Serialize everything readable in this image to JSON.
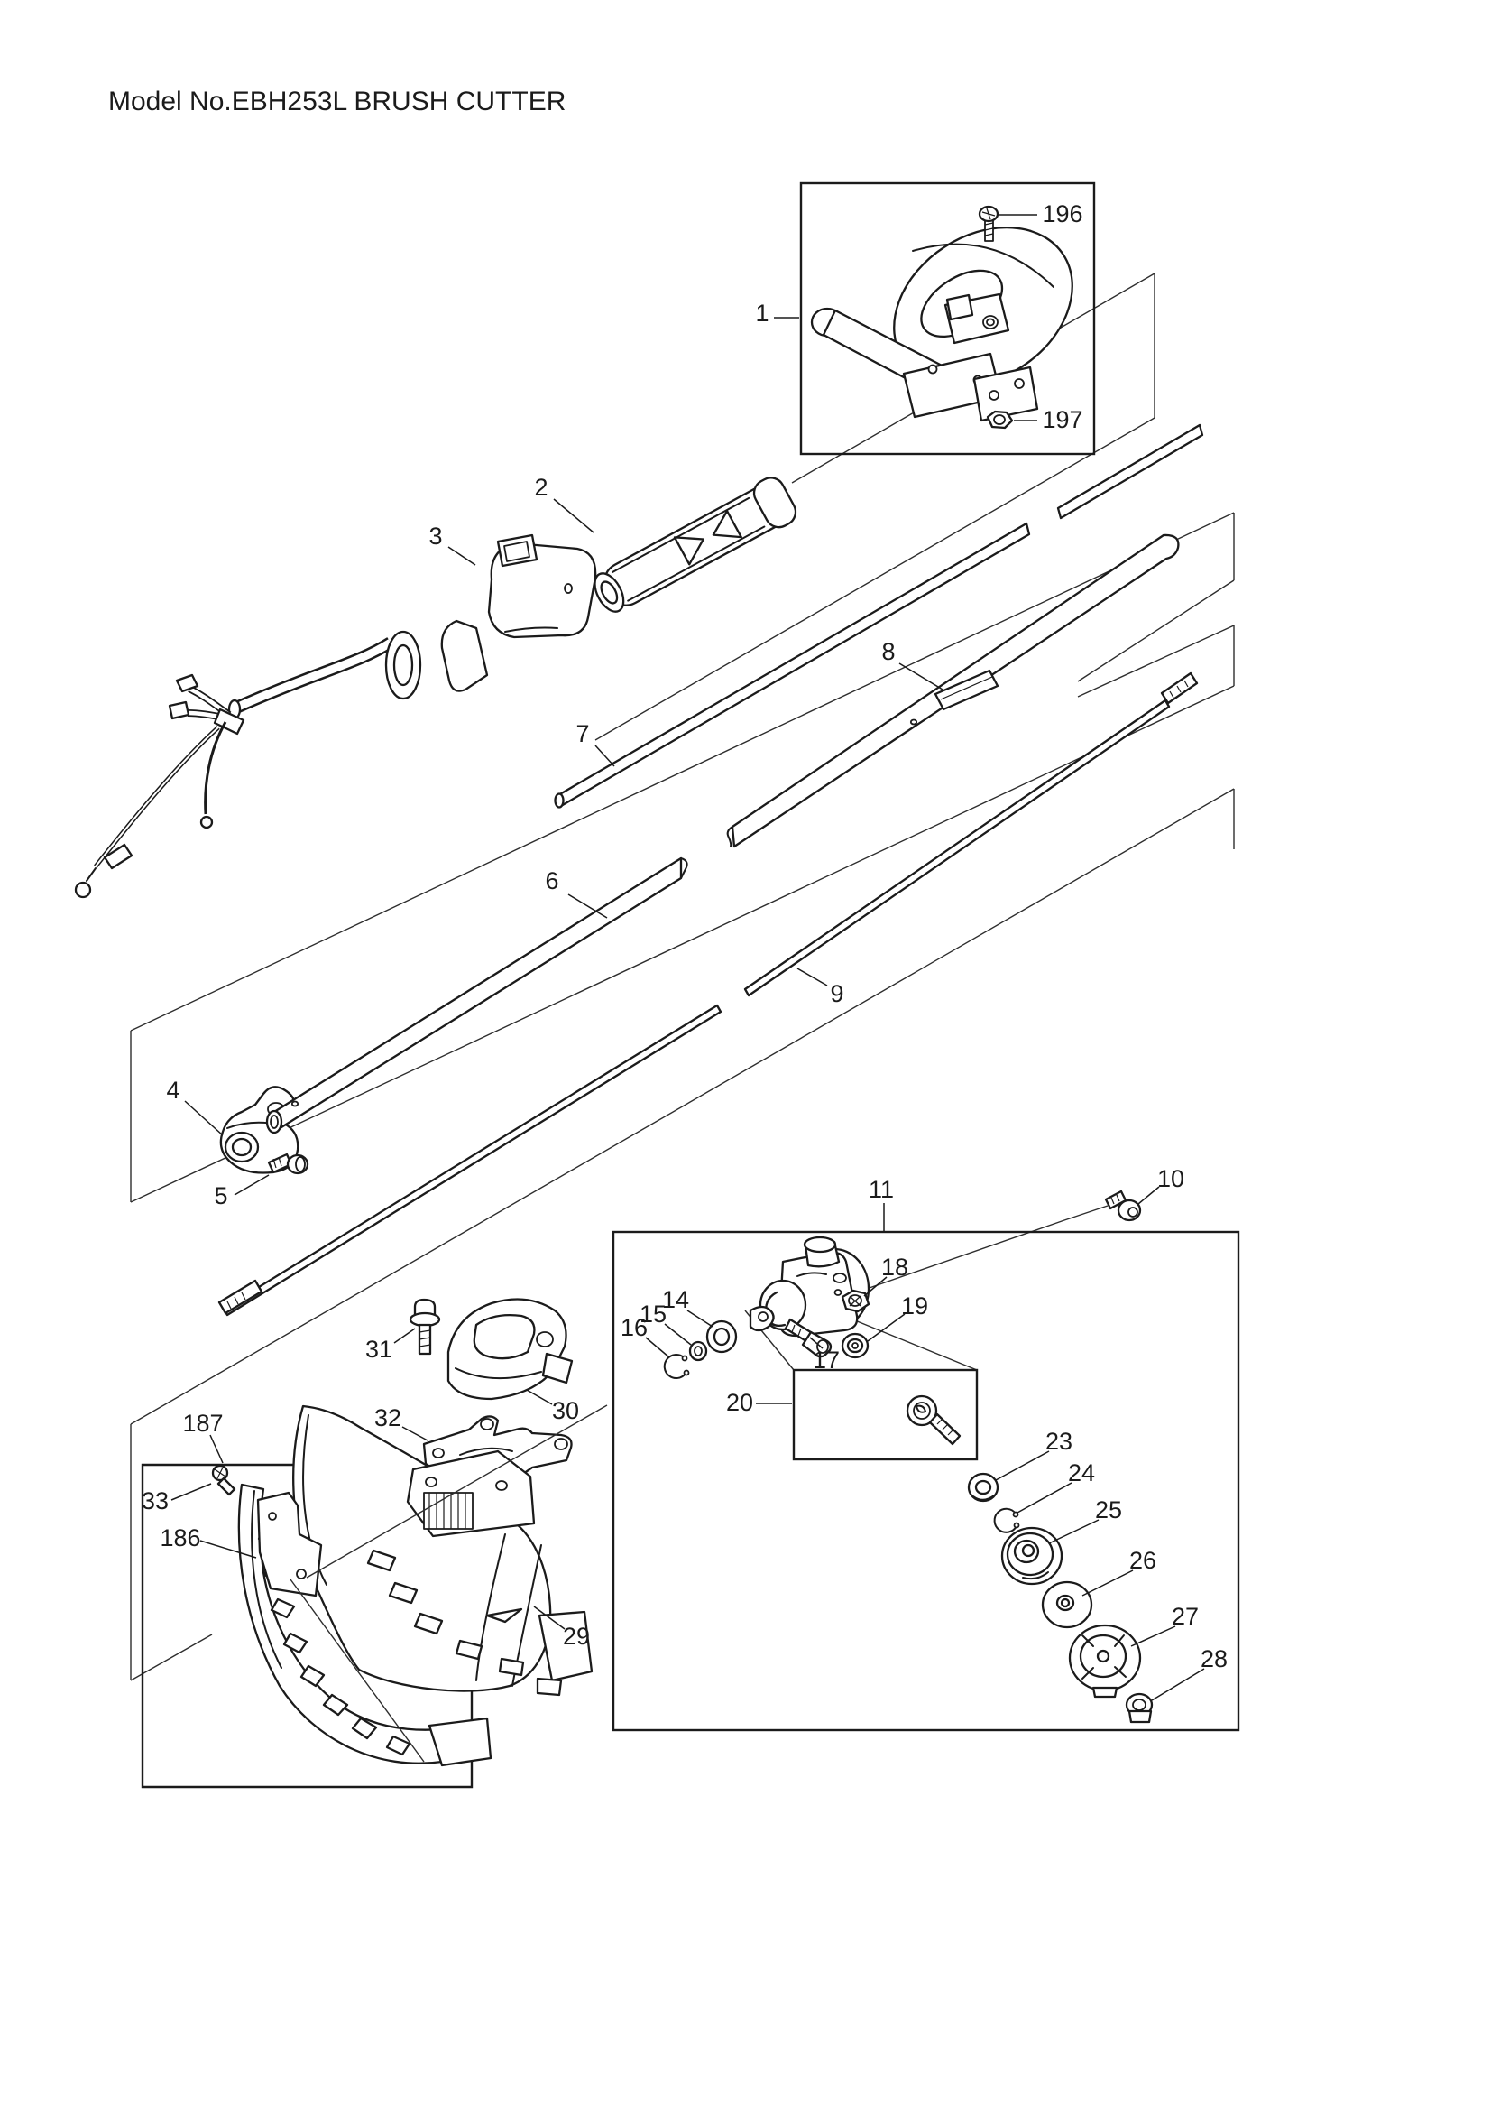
{
  "title": "Model No.EBH253L BRUSH CUTTER",
  "labels": {
    "n1": "1",
    "n2": "2",
    "n3": "3",
    "n4": "4",
    "n5": "5",
    "n6": "6",
    "n7": "7",
    "n8": "8",
    "n9": "9",
    "n10": "10",
    "n11": "11",
    "n14": "14",
    "n15": "15",
    "n16": "16",
    "n17": "17",
    "n18": "18",
    "n19": "19",
    "n20": "20",
    "n23": "23",
    "n24": "24",
    "n25": "25",
    "n26": "26",
    "n27": "27",
    "n28": "28",
    "n29": "29",
    "n30": "30",
    "n31": "31",
    "n32": "32",
    "n33": "33",
    "n186": "186",
    "n187": "187",
    "n196": "196",
    "n197": "197"
  }
}
